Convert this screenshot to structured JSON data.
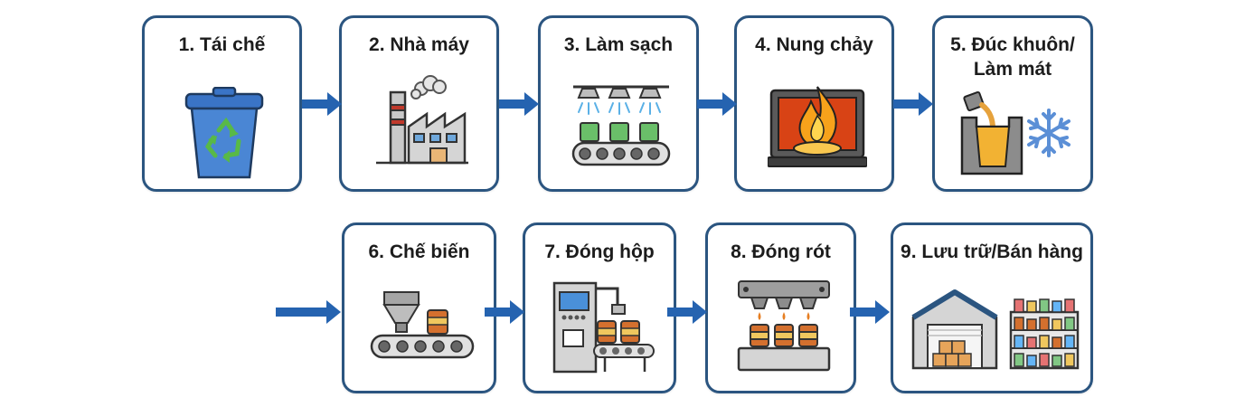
{
  "flow": {
    "steps": [
      {
        "label": "1. Tái chế",
        "icon": "recycle-bin-icon"
      },
      {
        "label": "2. Nhà máy",
        "icon": "factory-icon"
      },
      {
        "label": "3. Làm sạch",
        "icon": "cleaning-conveyor-icon"
      },
      {
        "label": "4. Nung chảy",
        "icon": "furnace-icon"
      },
      {
        "label": "5. Đúc khuôn/\nLàm mát",
        "icon": "mold-cooling-icon"
      },
      {
        "label": "6. Chế biến",
        "icon": "processing-conveyor-icon"
      },
      {
        "label": "7. Đóng hộp",
        "icon": "canning-machine-icon"
      },
      {
        "label": "8. Đóng rót",
        "icon": "filling-machine-icon"
      },
      {
        "label": "9. Lưu trữ/Bán hàng",
        "icon": "warehouse-store-icon"
      }
    ],
    "colors": {
      "border": "#2b5580",
      "arrow": "#2563b0",
      "recycle_blue": "#3a74c6",
      "recycle_green": "#58b947",
      "can_orange": "#d4702e",
      "flame": "#f07a1d"
    }
  }
}
